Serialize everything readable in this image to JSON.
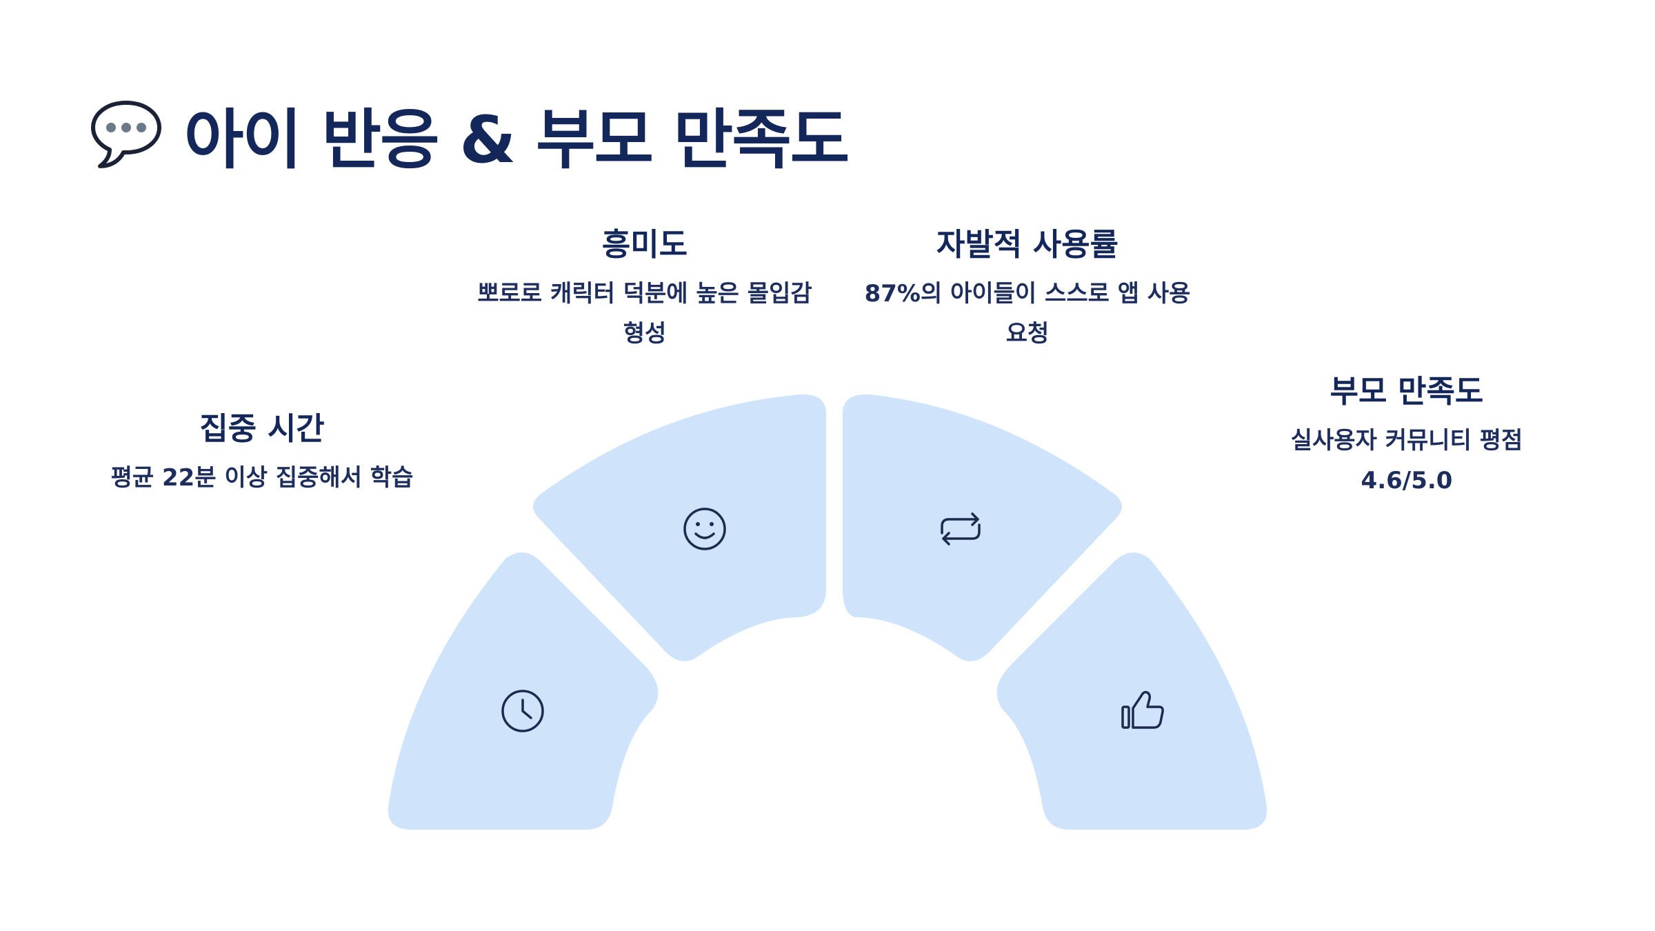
{
  "title": {
    "icon": "speech-bubble-icon",
    "text": "아이 반응 & 부모 만족도"
  },
  "segments": [
    {
      "id": "focus",
      "icon": "clock-icon",
      "title": "집중 시간",
      "description": "평균 22분 이상 집중해서 학습"
    },
    {
      "id": "interest",
      "icon": "smiley-icon",
      "title": "흥미도",
      "description": "뽀로로 캐릭터 덕분에 높은 몰입감 형성"
    },
    {
      "id": "spontaneous",
      "icon": "repeat-icon",
      "title": "자발적 사용률",
      "description": "87%의 아이들이 스스로 앱 사용 요청"
    },
    {
      "id": "parent",
      "icon": "thumbs-up-icon",
      "title": "부모 만족도",
      "description": "실사용자 커뮤니티 평점 4.6/5.0"
    }
  ],
  "colors": {
    "segment_fill": "#cfe4fb",
    "text_primary": "#14275a"
  }
}
